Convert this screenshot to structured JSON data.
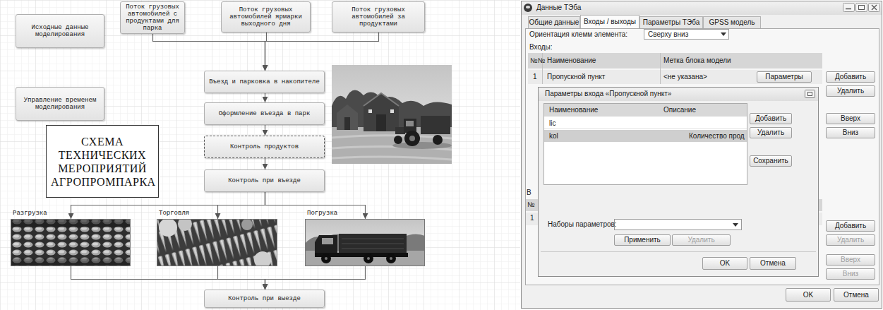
{
  "diagram": {
    "nodes": [
      {
        "text": [
          "Исходные данные моделирования"
        ]
      },
      {
        "text": [
          "Поток грузовых автомобилей с продуктами для парка"
        ]
      },
      {
        "text": [
          "Поток грузовых автомобилей ярмарки выходного дня"
        ]
      },
      {
        "text": [
          "Поток грузовых автомобилей за продуктами"
        ]
      },
      {
        "text": [
          "Управление временем моделирования"
        ]
      },
      {
        "text": [
          "СХЕМА ТЕХНИЧЕСКИХ МЕРОПРИЯТИЙ АГРОПРОМПАРКА"
        ]
      },
      {
        "text": [
          "Въезд и парковка в накопителе"
        ]
      },
      {
        "text": [
          "Оформление въезда в парк"
        ]
      },
      {
        "text": [
          "Контроль продуктов"
        ]
      },
      {
        "text": [
          "Контроль при въезде"
        ]
      },
      {
        "text": [
          "Разгрузка"
        ]
      },
      {
        "text": [
          "Торговля"
        ]
      },
      {
        "text": [
          "Погрузка"
        ]
      },
      {
        "text": [
          "Контроль при выезде"
        ]
      },
      {
        "text": [
          "Данные ТЭба"
        ]
      },
      {
        "text": [
          "Общие данные"
        ],
        "in": 14
      },
      {
        "text": [
          "Входы / выходы"
        ],
        "in": 14
      },
      {
        "text": [
          "Параметры ТЭба"
        ],
        "in": 14
      },
      {
        "text": [
          "GPSS модель"
        ],
        "in": 14
      },
      {
        "text": [
          "Сверху вниз"
        ],
        "in": 14
      },
      {
        "text": [
          "Параметры"
        ],
        "in": 14
      },
      {
        "text": [
          "Добавить"
        ],
        "in": 14
      },
      {
        "text": [
          "Удалить"
        ],
        "in": 14
      },
      {
        "text": [
          "Вверх"
        ],
        "in": 14
      },
      {
        "text": [
          "Вниз"
        ],
        "in": 14
      },
      {
        "text": [
          "Параметры входа «Пропускной пункт»"
        ],
        "in": 14
      },
      {
        "text": [
          "Добавить"
        ],
        "in": 25
      },
      {
        "text": [
          "Удалить"
        ],
        "in": 25
      },
      {
        "text": [
          "Сохранить"
        ],
        "in": 25
      },
      {
        "text": [
          "Применить"
        ],
        "in": 25
      },
      {
        "text": [
          "Удалить"
        ],
        "in": 25
      },
      {
        "text": [
          "OK"
        ],
        "in": 25
      },
      {
        "text": [
          "Отмена"
        ],
        "in": 25
      },
      {
        "text": [
          "Добавить"
        ],
        "in": 14
      },
      {
        "text": [
          "Удалить"
        ],
        "in": 14
      },
      {
        "text": [
          "Вверх"
        ],
        "in": 14
      },
      {
        "text": [
          "Вниз"
        ],
        "in": 14
      },
      {
        "text": [
          "OK"
        ],
        "in": 14
      },
      {
        "text": [
          "Отмена"
        ],
        "in": 14
      }
    ],
    "edges": [
      {
        "from": 1,
        "to": 6,
        "arrow": "to"
      },
      {
        "from": 2,
        "to": 6,
        "arrow": "to"
      },
      {
        "from": 3,
        "to": 6,
        "arrow": "to"
      },
      {
        "from": 6,
        "to": 7,
        "arrow": "to"
      },
      {
        "from": 7,
        "to": 8,
        "arrow": "to"
      },
      {
        "from": 8,
        "to": 9,
        "arrow": "to"
      },
      {
        "from": 9,
        "to": 10,
        "arrow": "to"
      },
      {
        "from": 9,
        "to": 11,
        "arrow": "to"
      },
      {
        "from": 9,
        "to": 12,
        "arrow": "to"
      },
      {
        "from": 10,
        "to": 13,
        "arrow": "to"
      },
      {
        "from": 11,
        "to": 13,
        "arrow": "to"
      },
      {
        "from": 12,
        "to": 13,
        "arrow": "to"
      }
    ],
    "labels": [
      "Ориентация клемм элемента:",
      "Входы:",
      "№№",
      "Наименование",
      "Метка блока модели",
      "1",
      "Пропускной пункт",
      "<не указана>",
      "Наименование",
      "Описание",
      "lic",
      "kol",
      "Количество прод",
      "Наборы параметров:",
      "В",
      "№",
      "1"
    ]
  }
}
